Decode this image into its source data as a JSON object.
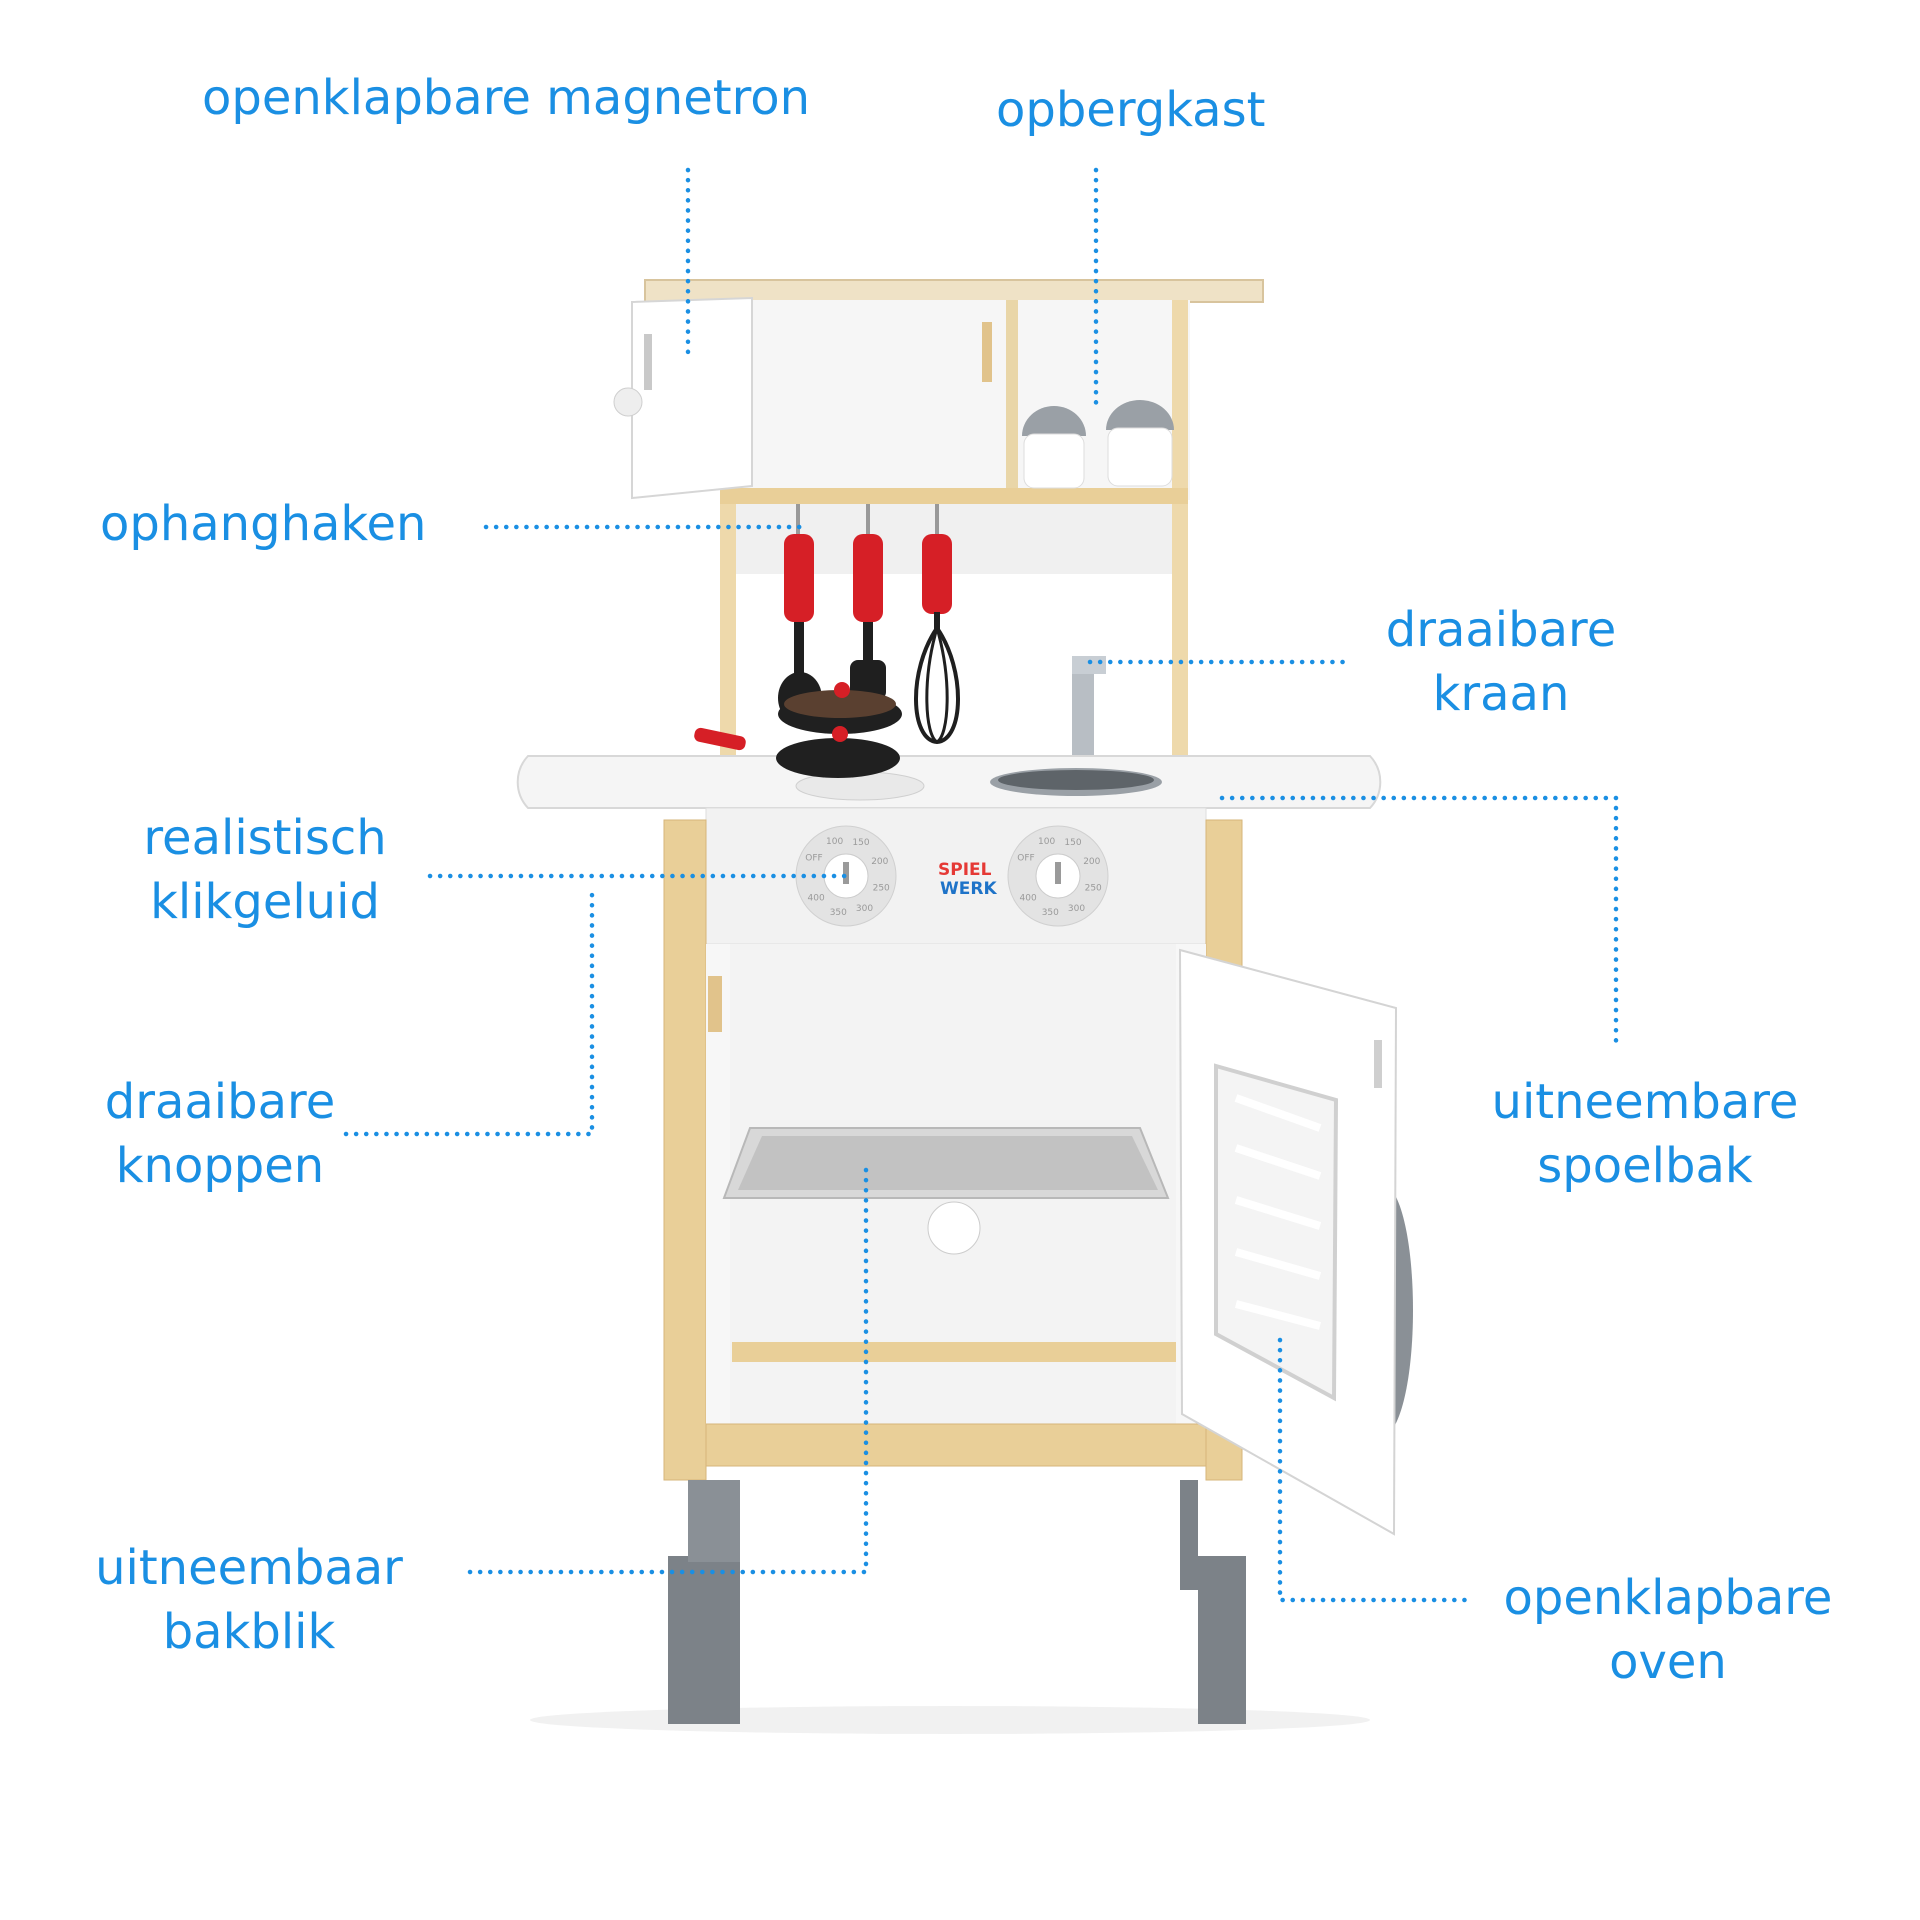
{
  "labels": {
    "microwave": "openklapbare magnetron",
    "storage": "opbergkast",
    "hooks": "ophanghaken",
    "faucet": [
      "draaibare",
      "kraan"
    ],
    "click_sound": [
      "realistisch",
      "klikgeluid"
    ],
    "sink": [
      "uitneembare",
      "spoelbak"
    ],
    "knobs": [
      "draaibare",
      "knoppen"
    ],
    "tray": [
      "uitneembaar",
      "bakblik"
    ],
    "oven": [
      "openklapbare",
      "oven"
    ]
  },
  "logo": {
    "line1": "SPIEL",
    "line2": "WERK"
  },
  "knob_scale": [
    "OFF",
    "100",
    "150",
    "200",
    "250",
    "300",
    "350",
    "400"
  ],
  "colors": {
    "accent": "#1a8fe3",
    "wood": "#e9cf98",
    "white_panel": "#f4f4f4",
    "leg_grey": "#7c8288",
    "utensil_red": "#d61f26"
  }
}
